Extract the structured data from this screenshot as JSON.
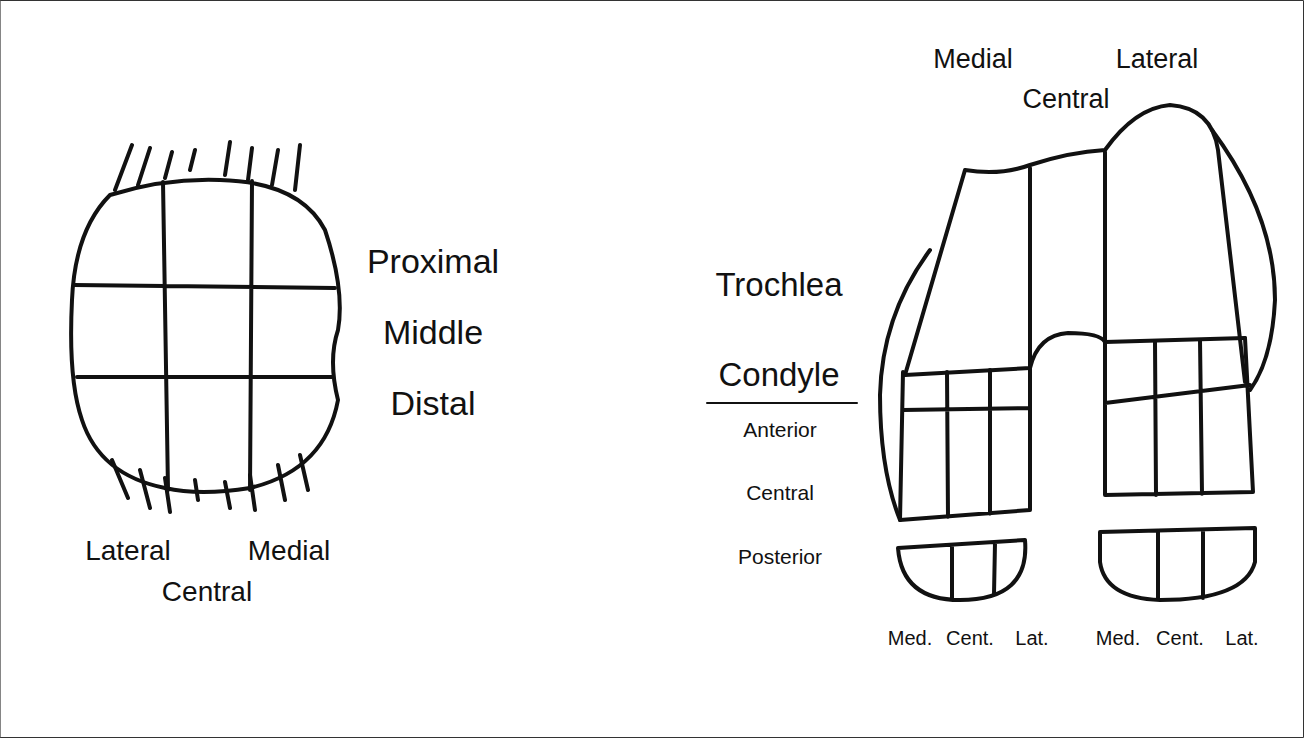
{
  "diagram": {
    "labels": [
      "Proximal",
      "Middle",
      "Distal",
      "Lateral",
      "Medial",
      "Central",
      "Medial",
      "Central",
      "Lateral",
      "Trochlea",
      "Condyle",
      "Anterior",
      "Central",
      "Posterior",
      "Med.",
      "Cent.",
      "Lat.",
      "Med.",
      "Cent.",
      "Lat."
    ]
  }
}
